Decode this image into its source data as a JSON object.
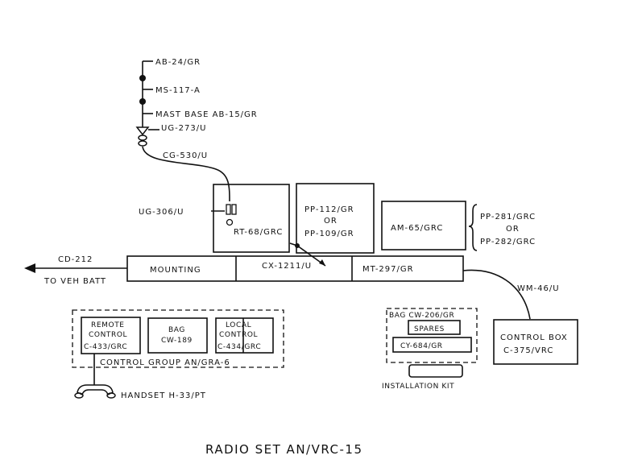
{
  "title": "RADIO SET AN/VRC-15",
  "labels": {
    "ab24": "AB-24/GR",
    "ms117": "MS-117-A",
    "mast_base": "MAST BASE AB-15/GR",
    "ug273": "UG-273/U",
    "cg530": "CG-530/U",
    "ug306": "UG-306/U",
    "rt68": "RT-68/GRC",
    "pp112": "PP-112/GR",
    "or1": "OR",
    "pp109": "PP-109/GR",
    "am65": "AM-65/GRC",
    "pp281": "PP-281/GRC",
    "or2": "OR",
    "pp282": "PP-282/GRC",
    "cd212": "CD-212",
    "to_veh_batt": "TO VEH BATT",
    "mounting": "MOUNTING",
    "cx1211": "CX-1211/U",
    "mt297": "MT-297/GR",
    "wm46": "WM-46/U",
    "remote_control_1": "REMOTE",
    "remote_control_2": "CONTROL",
    "remote_control_3": "C-433/GRC",
    "bag_1": "BAG",
    "bag_2": "CW-189",
    "local_control_1": "LOCAL",
    "local_control_2": "CONTROL",
    "local_control_3": "C-434/GRC",
    "control_group": "CONTROL GROUP AN/GRA-6",
    "bag_cw206": "BAG CW-206/GR",
    "spares": "SPARES",
    "cy684": "CY-684/GR",
    "installation_kit": "INSTALLATION KIT",
    "control_box_1": "CONTROL BOX",
    "control_box_2": "C-375/VRC",
    "handset": "HANDSET H-33/PT"
  }
}
